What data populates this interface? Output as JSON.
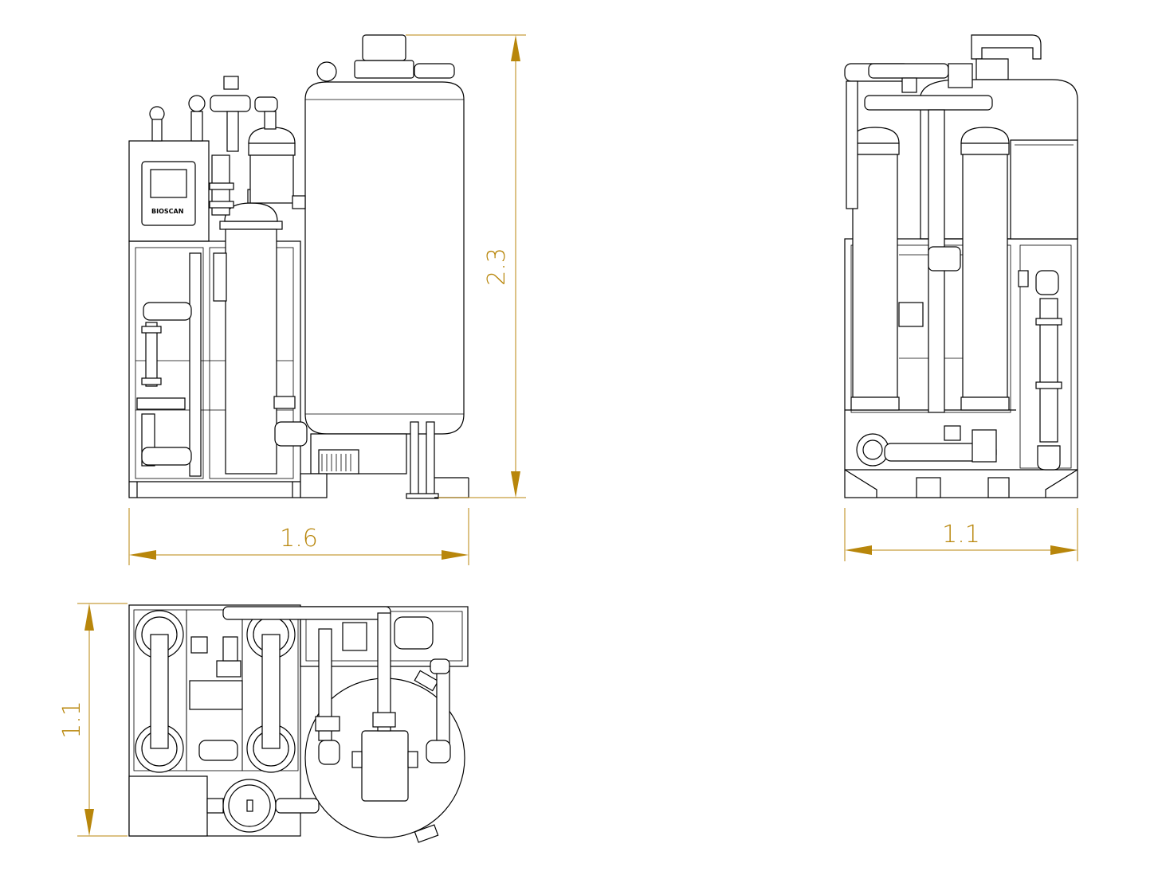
{
  "dimensions": {
    "front_width": "1.6",
    "front_height": "2.3",
    "side_width": "1.1",
    "top_depth": "1.1"
  },
  "brand": "BIOSCAN",
  "colors": {
    "dimension": "#b8860b",
    "line": "#000000",
    "background": "#ffffff"
  }
}
